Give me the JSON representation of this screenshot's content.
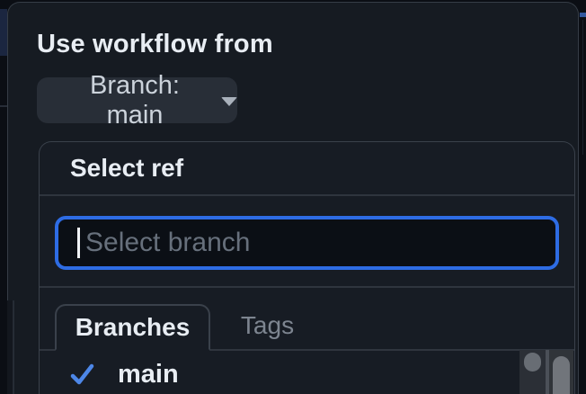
{
  "dialog": {
    "label": "Use workflow from",
    "branch_button": {
      "label": "Branch: main",
      "icon": "caret-down"
    },
    "ref_selector": {
      "title": "Select ref",
      "search": {
        "value": "",
        "placeholder": "Select branch"
      },
      "tabs": [
        {
          "label": "Branches",
          "active": true
        },
        {
          "label": "Tags",
          "active": false
        }
      ],
      "items": [
        {
          "label": "main",
          "selected": true,
          "icon": "check"
        }
      ]
    }
  },
  "icons": {
    "caret_down": "triangle-down",
    "check": "checkmark"
  },
  "colors": {
    "accent": "#2e6ce4",
    "check": "#4d87e8",
    "dialog_bg": "#161b22",
    "panel_bg": "#171c24"
  }
}
